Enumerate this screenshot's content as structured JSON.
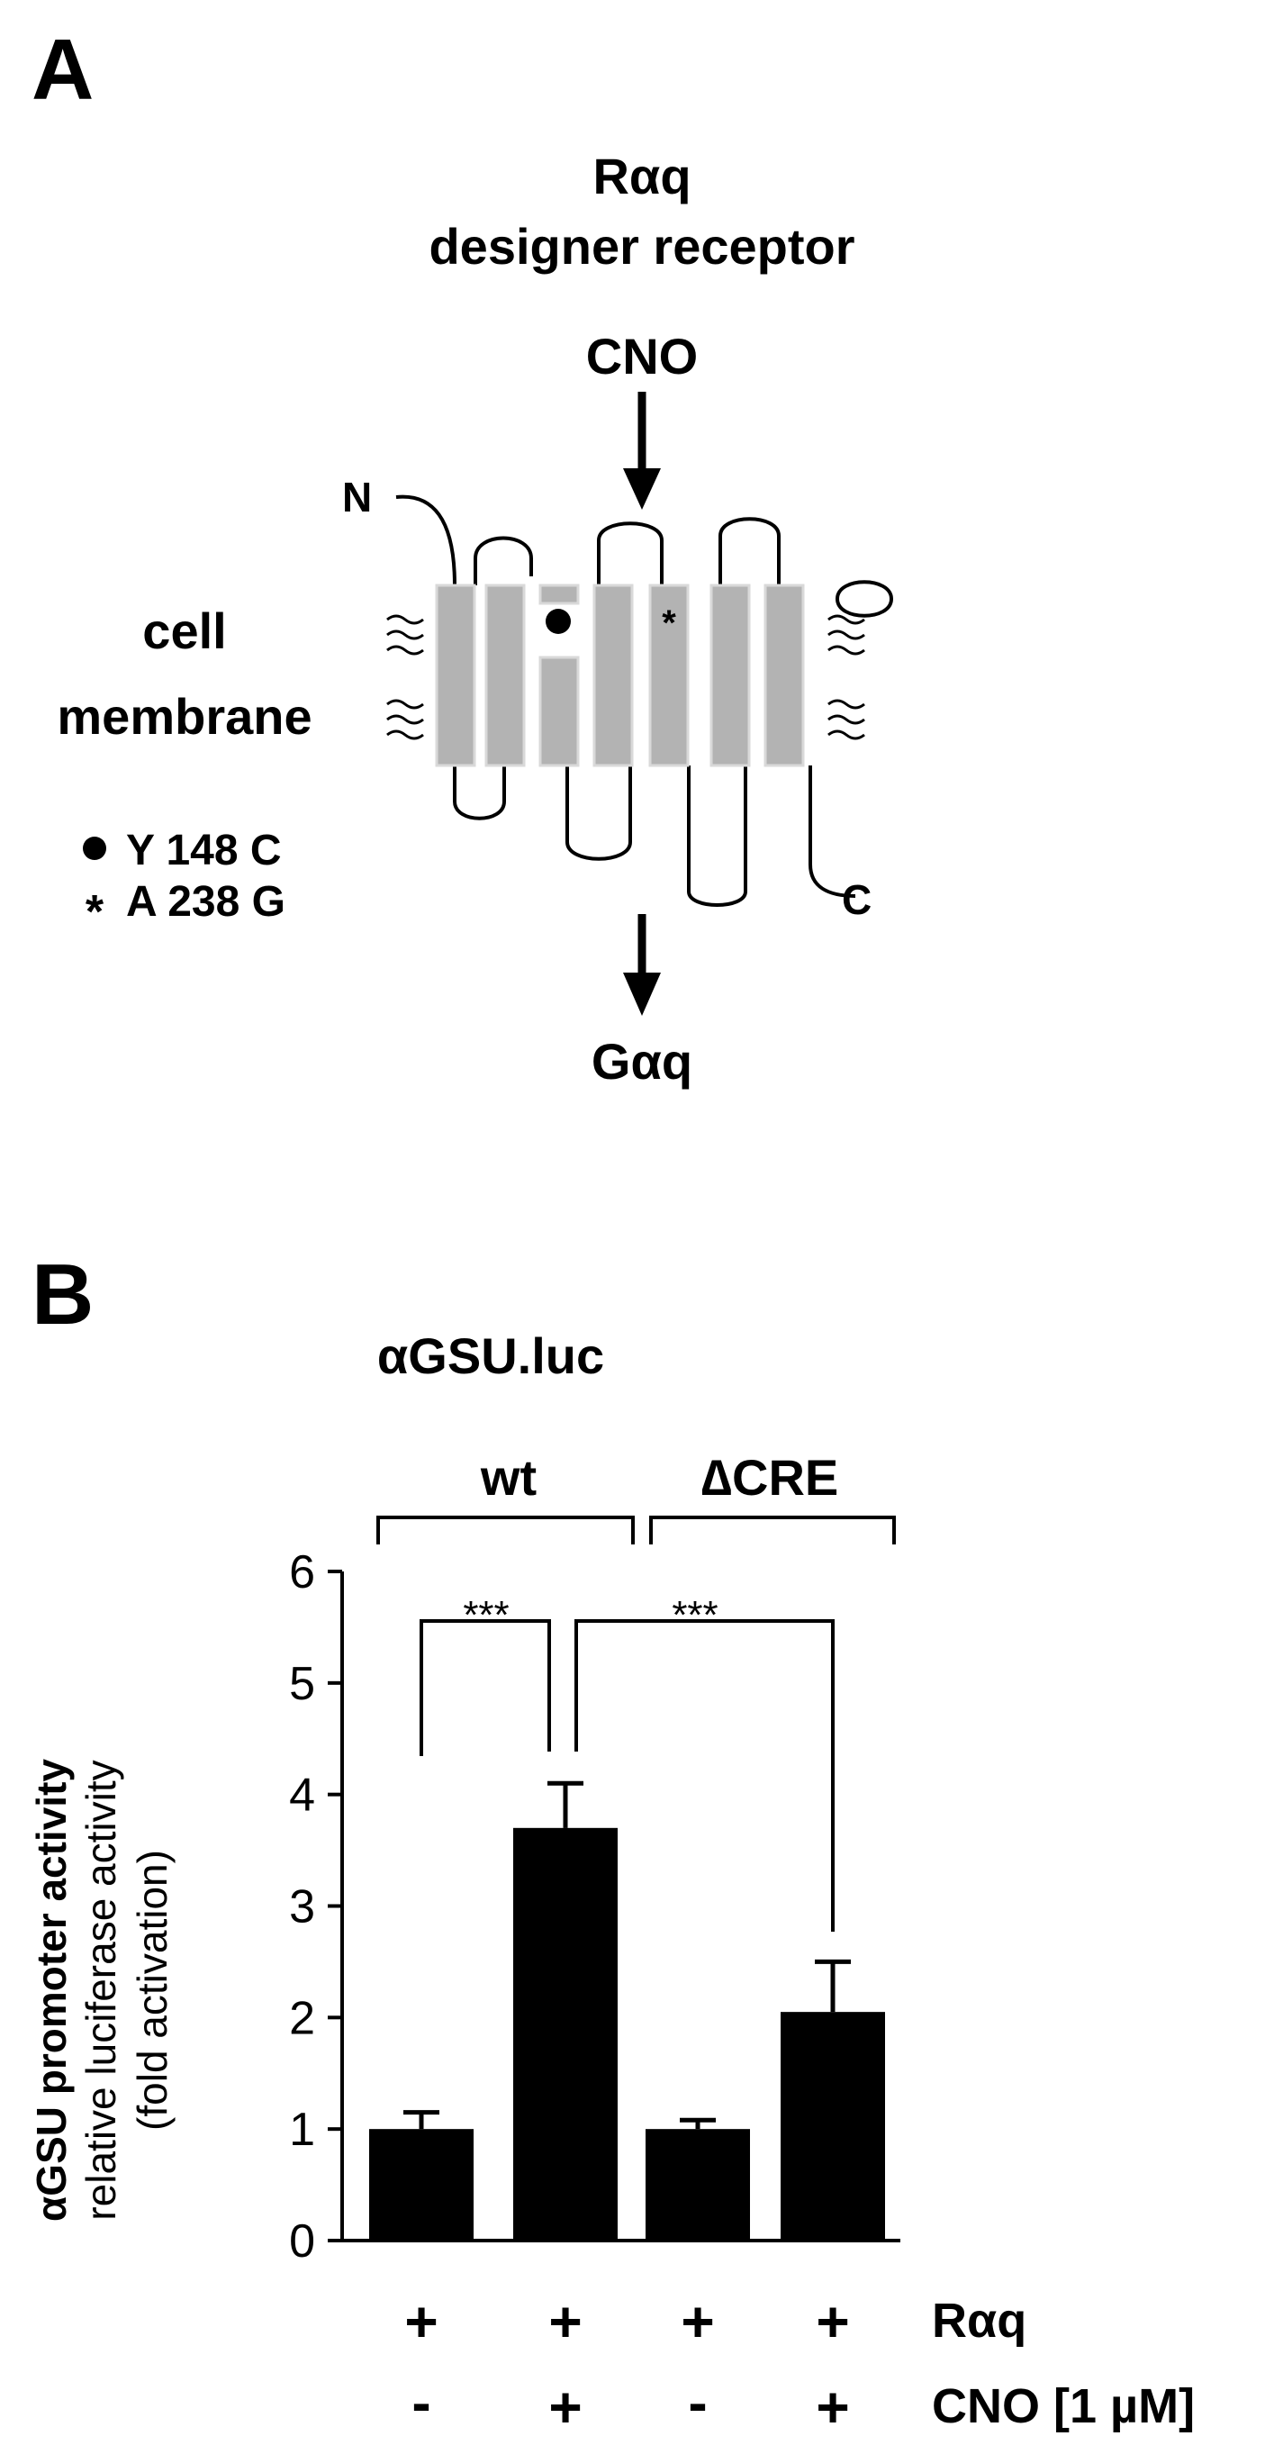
{
  "panel_a": {
    "label": "A",
    "title_line1": "Rαq",
    "title_line2": "designer receptor",
    "ligand": "CNO",
    "n_terminus": "N",
    "c_terminus": "C",
    "membrane_line1": "cell",
    "membrane_line2": "membrane",
    "mutation1": "Y 148 C",
    "mutation2": "A 238 G",
    "mutation_star": "*",
    "effector": "Gαq"
  },
  "panel_b": {
    "label": "B",
    "construct": "αGSU.luc",
    "group_wt": "wt",
    "group_dcre": "∆CRE",
    "ylabel_line1": "αGSU promoter activity",
    "ylabel_line2": "relative luciferase activity",
    "ylabel_line3": "(fold activation)",
    "sig1": "***",
    "sig2": "***",
    "row1_label": "Rαq",
    "row2_label": "CNO [1 µM]",
    "row1_signs": [
      "+",
      "+",
      "+",
      "+"
    ],
    "row2_signs": [
      "-",
      "+",
      "-",
      "+"
    ]
  },
  "chart_data": {
    "type": "bar",
    "title": "αGSU.luc",
    "categories": [
      "wt, Rαq +, CNO -",
      "wt, Rαq +, CNO +",
      "∆CRE, Rαq +, CNO -",
      "∆CRE, Rαq +, CNO +"
    ],
    "values": [
      1.0,
      3.7,
      1.0,
      2.05
    ],
    "errors": [
      0.15,
      0.4,
      0.08,
      0.45
    ],
    "ylabel": "αGSU promoter activity relative luciferase activity (fold activation)",
    "ylim": [
      0,
      6
    ],
    "yticks": [
      "0",
      "1",
      "2",
      "3",
      "4",
      "5",
      "6"
    ],
    "grid": false,
    "bar_color": "#000000"
  }
}
